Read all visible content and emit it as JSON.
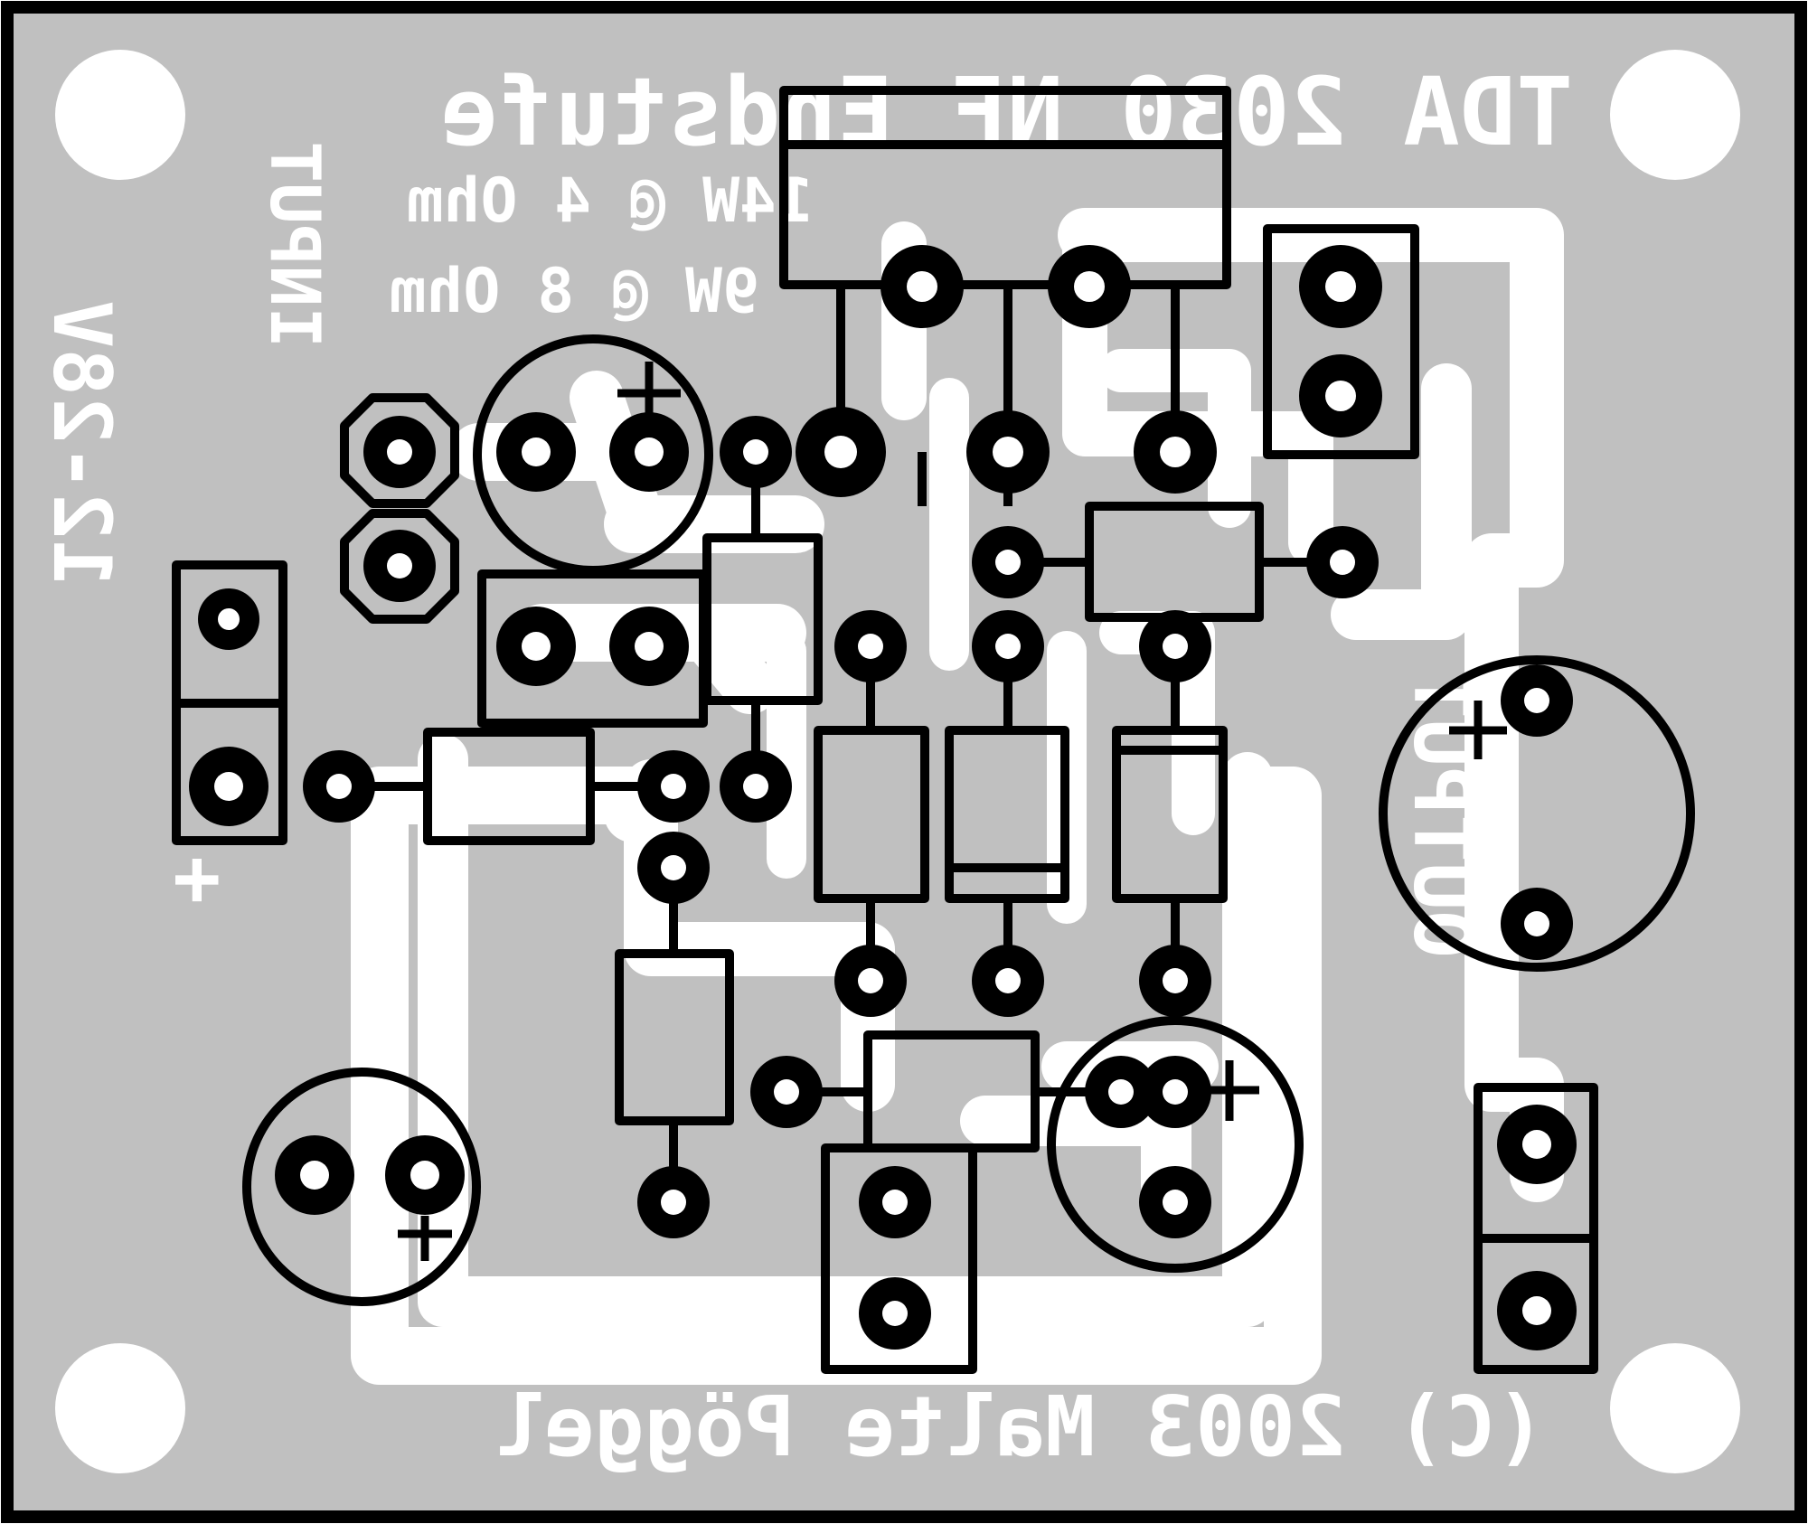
{
  "board": {
    "colors": {
      "substrate": "#c0c0c0",
      "copper": "#ffffff",
      "ink": "#000000",
      "frame": "#000000"
    }
  },
  "labels": {
    "title": "TDA 2030 NF Endstufe",
    "spec_line1": "14W @ 4 Ohm",
    "spec_line2": "9W @ 8 Ohm",
    "input": "INPUT",
    "power": "12-28V",
    "power_polarity": "+",
    "output": "OUTPUT",
    "copyright": "(C) 2003 Malte Pöggel"
  },
  "polarity": {
    "plus": "+"
  }
}
